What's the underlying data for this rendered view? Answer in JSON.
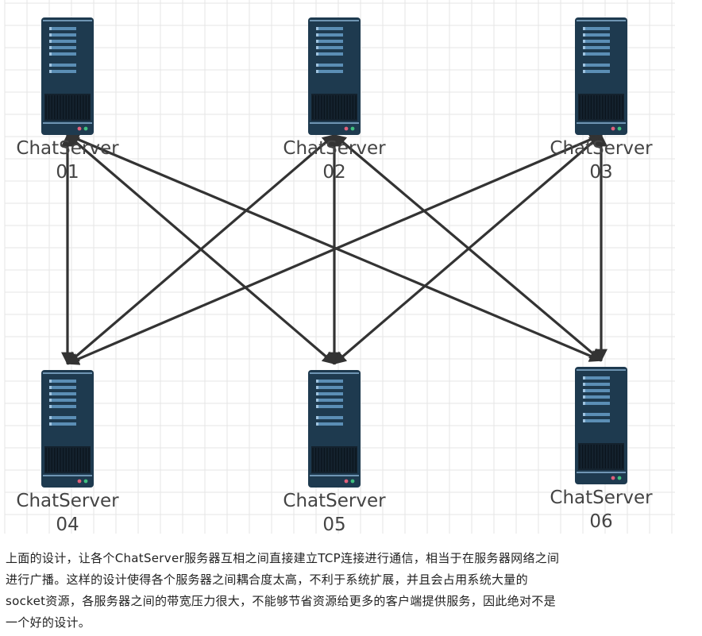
{
  "diagram": {
    "servers": [
      {
        "name": "ChatServer",
        "number": "01"
      },
      {
        "name": "ChatServer",
        "number": "02"
      },
      {
        "name": "ChatServer",
        "number": "03"
      },
      {
        "name": "ChatServer",
        "number": "04"
      },
      {
        "name": "ChatServer",
        "number": "05"
      },
      {
        "name": "ChatServer",
        "number": "06"
      }
    ],
    "connections": [
      [
        "01",
        "04"
      ],
      [
        "01",
        "05"
      ],
      [
        "01",
        "06"
      ],
      [
        "02",
        "04"
      ],
      [
        "02",
        "05"
      ],
      [
        "02",
        "06"
      ],
      [
        "03",
        "04"
      ],
      [
        "03",
        "05"
      ],
      [
        "03",
        "06"
      ]
    ],
    "colors": {
      "server_body": "#1e3a4f",
      "server_stripe": "#5b8eb5",
      "arrow": "#333333",
      "grid": "#e6e6e6"
    }
  },
  "caption": {
    "lines": [
      "上面的设计，让各个ChatServer服务器互相之间直接建立TCP连接进行通信，相当于在服务器网络之间",
      "进行广播。这样的设计使得各个服务器之间耦合度太高，不利于系统扩展，并且会占用系统大量的",
      "socket资源，各服务器之间的带宽压力很大，不能够节省资源给更多的客户端提供服务，因此绝对不是",
      "一个好的设计。"
    ]
  }
}
